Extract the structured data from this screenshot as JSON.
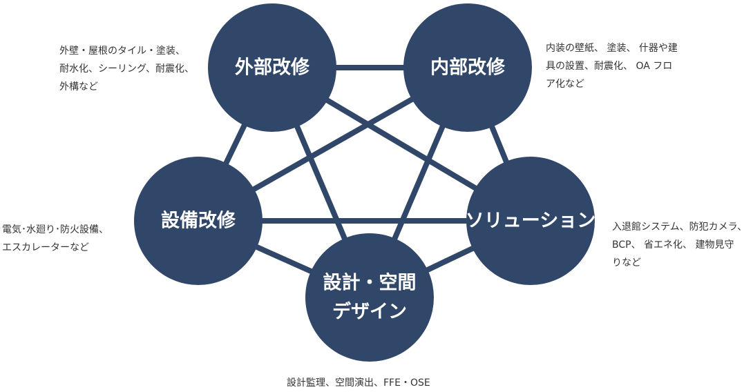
{
  "colors": {
    "node_fill": "#314769",
    "connector": "#314769",
    "node_text": "#ffffff",
    "desc_text": "#333333"
  },
  "nodes": [
    {
      "id": "exterior",
      "title_lines": [
        "外部改修"
      ]
    },
    {
      "id": "interior",
      "title_lines": [
        "内部改修"
      ]
    },
    {
      "id": "equipment",
      "title_lines": [
        "設備改修"
      ]
    },
    {
      "id": "solution",
      "title_lines": [
        "ソリューション"
      ]
    },
    {
      "id": "design",
      "title_lines": [
        "設計・空間",
        "デザイン"
      ]
    }
  ],
  "descriptions": {
    "exterior": [
      "外壁・屋根のタイル・塗装、",
      "耐水化、シーリング、耐震化、",
      "外構など"
    ],
    "interior": [
      "内装の壁紙、 塗装、 什器や建",
      "具の設置、耐震化、 OA フロ",
      "ア化など"
    ],
    "equipment": [
      "電気･水廻り･防火設備、",
      "エスカレーターなど"
    ],
    "solution": [
      "入退館システム、防犯カメラ、",
      "BCP、 省エネ化、 建物見守",
      "りなど"
    ],
    "design": [
      "設計監理、空間演出、FFE・OSE"
    ]
  },
  "connections": [
    [
      "exterior",
      "interior"
    ],
    [
      "exterior",
      "equipment"
    ],
    [
      "exterior",
      "solution"
    ],
    [
      "exterior",
      "design"
    ],
    [
      "interior",
      "equipment"
    ],
    [
      "interior",
      "solution"
    ],
    [
      "interior",
      "design"
    ],
    [
      "equipment",
      "solution"
    ],
    [
      "equipment",
      "design"
    ],
    [
      "solution",
      "design"
    ]
  ]
}
